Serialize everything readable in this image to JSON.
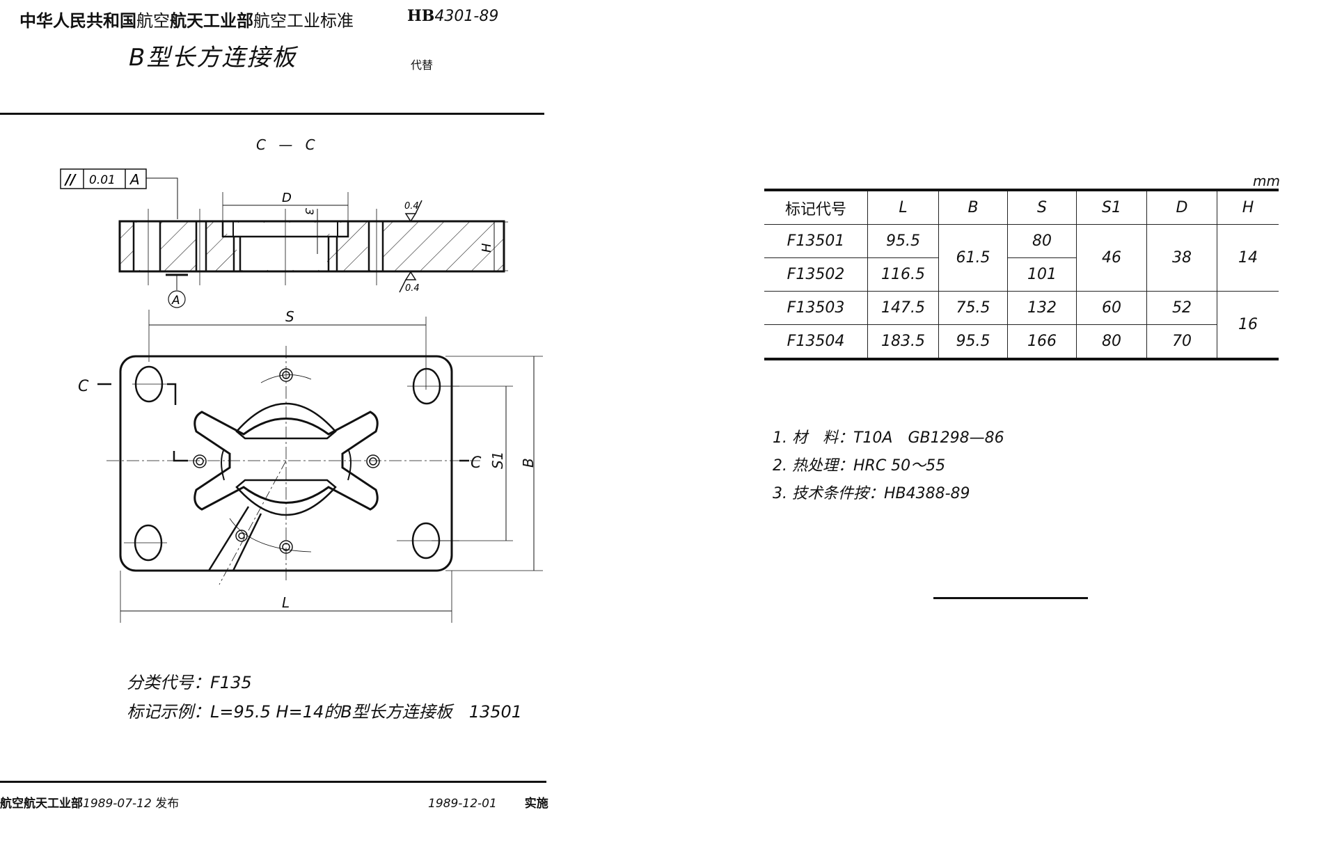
{
  "header": {
    "org_bold_1": "中华人民共和国",
    "org_part_2": "航空",
    "org_bold_3": "航天工业部",
    "org_part_4": "航空工业标准",
    "standard_prefix": "HB",
    "standard_number": "4301-89",
    "title": "B型长方连接板",
    "replaces_label": "代替"
  },
  "drawing": {
    "section_label": "C — C",
    "tolerance_frame": {
      "symbol": "//",
      "value": "0.01",
      "datum": "A"
    },
    "datum_label": "A",
    "roughness_top": "0.4",
    "roughness_bottom": "0.4",
    "dim_D": "D",
    "dim_3": "3",
    "dim_H": "H",
    "dim_S": "S",
    "dim_S1": "S1",
    "dim_B": "B",
    "dim_L": "L",
    "cut_left": "C",
    "cut_right": "C"
  },
  "table": {
    "unit": "mm",
    "headers": [
      "标记代号",
      "L",
      "B",
      "S",
      "S1",
      "D",
      "H"
    ],
    "rows": [
      {
        "code": "F13501",
        "L": "95.5",
        "B": "61.5",
        "S": "80",
        "S1": "46",
        "D": "38",
        "H": "14"
      },
      {
        "code": "F13502",
        "L": "116.5",
        "B": "61.5",
        "S": "101",
        "S1": "46",
        "D": "38",
        "H": "14"
      },
      {
        "code": "F13503",
        "L": "147.5",
        "B": "75.5",
        "S": "132",
        "S1": "60",
        "D": "52",
        "H": "16"
      },
      {
        "code": "F13504",
        "L": "183.5",
        "B": "95.5",
        "S": "166",
        "S1": "80",
        "D": "70",
        "H": "16"
      }
    ]
  },
  "notes": [
    "1. 材　料：T10A　GB1298—86",
    "2. 热处理：HRC 50～55",
    "3. 技术条件按：HB4388-89"
  ],
  "classification": {
    "code_line": "分类代号：F135",
    "example_line": "标记示例：L=95.5 H=14的B型长方连接板　13501"
  },
  "footer": {
    "publisher": "航空航天工业部",
    "issue_date": "1989-07-12",
    "issue_label": "发布",
    "effective_date": "1989-12-01",
    "effective_label": "实施"
  }
}
